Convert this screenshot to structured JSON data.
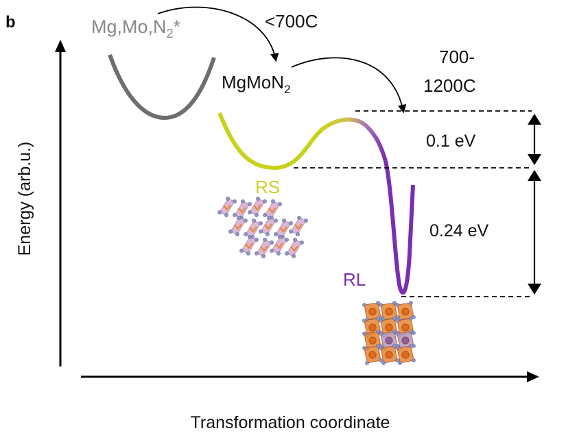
{
  "panel_label": "b",
  "axes": {
    "y_label": "Energy (arb.u.)",
    "x_label": "Transformation coordinate"
  },
  "states": {
    "precursor": {
      "base": "Mg,Mo,N",
      "sub": "2",
      "suffix": "*"
    },
    "intermediate": {
      "base": "MgMoN",
      "sub": "2"
    }
  },
  "transitions": {
    "low_temp": "<700C",
    "high_temp_line1": "700-",
    "high_temp_line2": "1200C"
  },
  "phases": {
    "rs": "RS",
    "rl": "RL"
  },
  "energy_gaps": {
    "barrier": "0.1 eV",
    "stabilization": "0.24 eV"
  },
  "colors": {
    "precursor_curve": "#6e6e6e",
    "rs_curve": "#c8d21c",
    "rl_curve": "#7a2fb0",
    "precursor_text": "#888888",
    "octahedron_pink": "#d7a9c9",
    "octahedron_orange": "#e8873a",
    "atom_blue": "#8e97c9",
    "atom_orange": "#e06a1a"
  }
}
